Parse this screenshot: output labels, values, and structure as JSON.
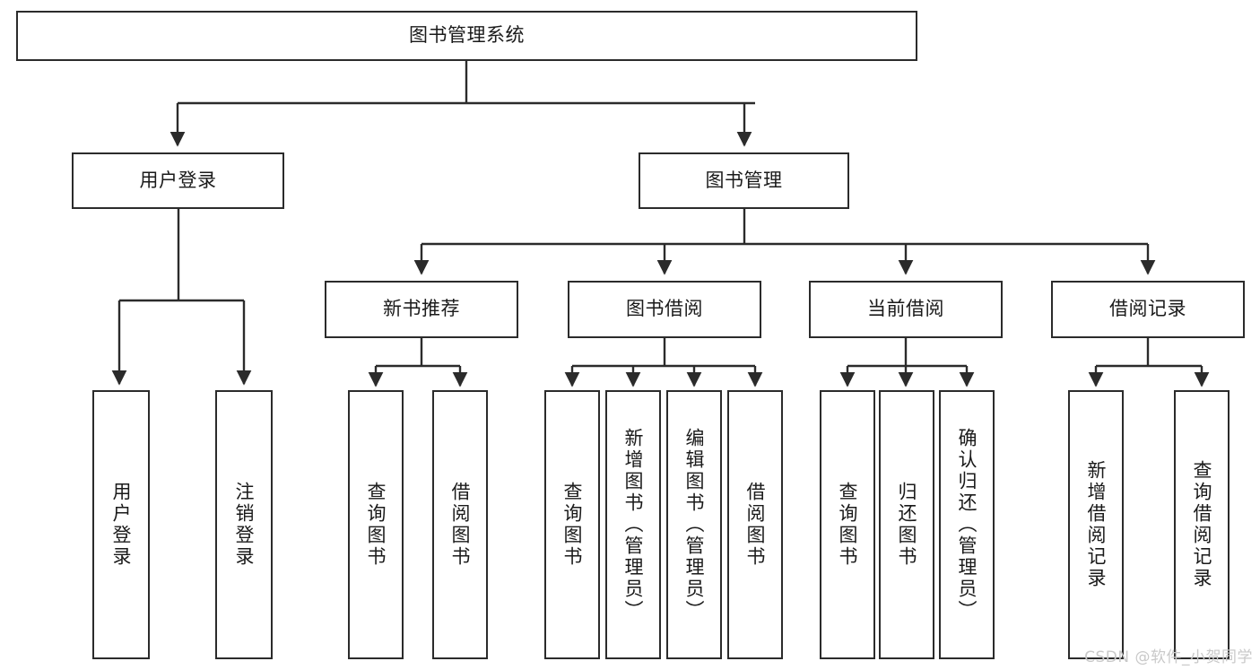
{
  "diagram": {
    "title_node": {
      "label": "图书管理系统"
    },
    "level2": [
      {
        "id": "user-login",
        "label": "用户登录"
      },
      {
        "id": "book-management",
        "label": "图书管理"
      }
    ],
    "level3": [
      {
        "id": "new-book-recommend",
        "label": "新书推荐"
      },
      {
        "id": "book-borrow",
        "label": "图书借阅"
      },
      {
        "id": "current-borrow",
        "label": "当前借阅"
      },
      {
        "id": "borrow-record",
        "label": "借阅记录"
      }
    ],
    "leaves": {
      "user_login": [
        {
          "id": "leaf-user-login",
          "label": "用户登录"
        },
        {
          "id": "leaf-logout-login",
          "label": "注销登录"
        }
      ],
      "new_book_recommend": [
        {
          "id": "leaf-query-book-1",
          "label": "查询图书"
        },
        {
          "id": "leaf-borrow-book-1",
          "label": "借阅图书"
        }
      ],
      "book_borrow": [
        {
          "id": "leaf-query-book-2",
          "label": "查询图书"
        },
        {
          "id": "leaf-add-book",
          "label": "新增图书（管理员）"
        },
        {
          "id": "leaf-edit-book",
          "label": "编辑图书（管理员）"
        },
        {
          "id": "leaf-borrow-book-2",
          "label": "借阅图书"
        }
      ],
      "current_borrow": [
        {
          "id": "leaf-query-book-3",
          "label": "查询图书"
        },
        {
          "id": "leaf-return-book",
          "label": "归还图书"
        },
        {
          "id": "leaf-confirm-return",
          "label": "确认归还（管理员）"
        }
      ],
      "borrow_record": [
        {
          "id": "leaf-add-record",
          "label": "新增借阅记录"
        },
        {
          "id": "leaf-query-record",
          "label": "查询借阅记录"
        }
      ]
    }
  },
  "watermark": {
    "text": "CSDN @软件_小贺同学"
  },
  "colors": {
    "border": "#2b2b2b",
    "edge": "#2b2b2b",
    "box_fill": "#ffffff",
    "text": "#1a1a1a",
    "watermark": "#c9c9c9"
  }
}
